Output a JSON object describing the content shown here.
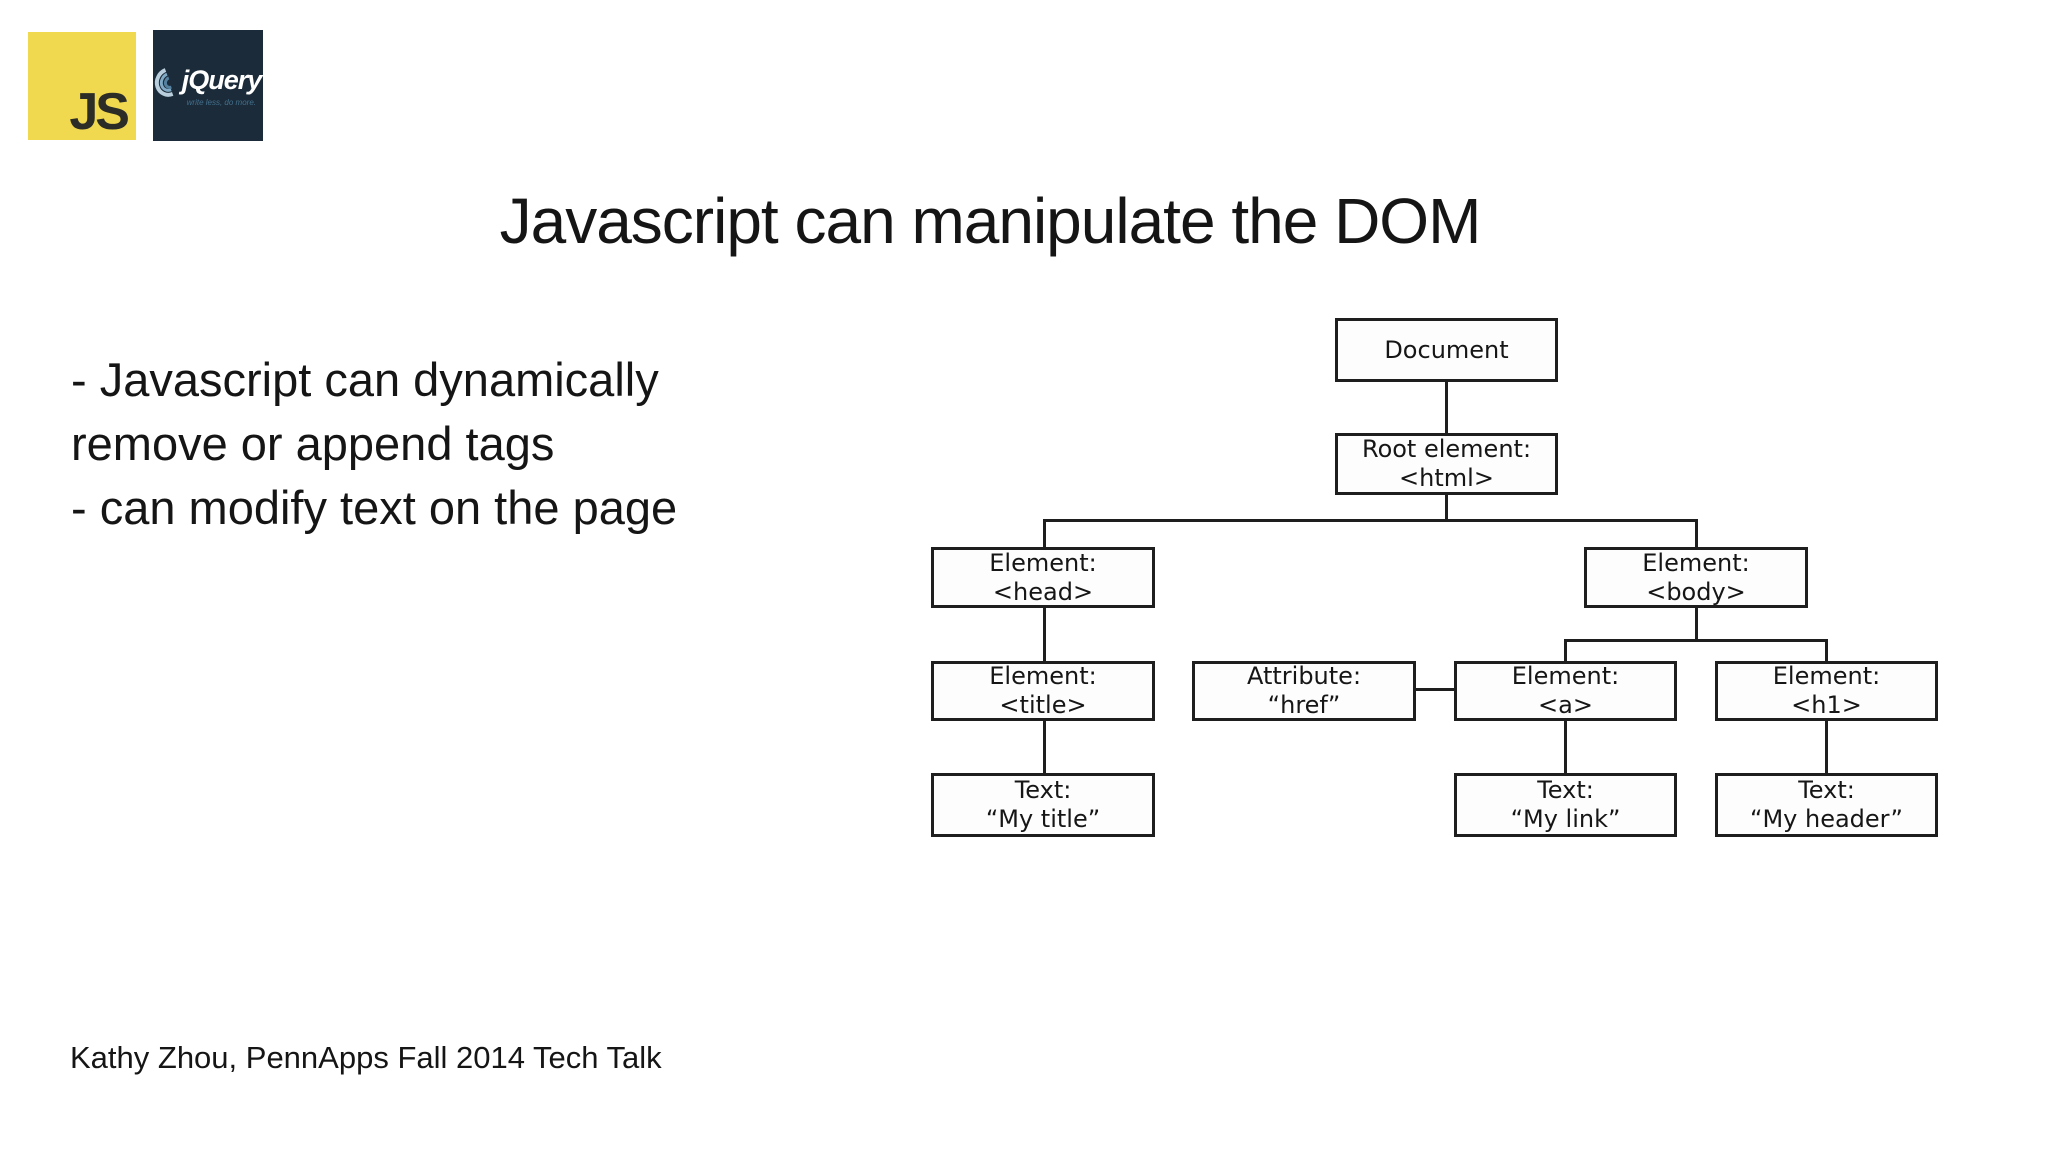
{
  "logos": {
    "js": {
      "label": "JS",
      "bg": "#f0d94e",
      "fg": "#2d2d28"
    },
    "jquery": {
      "label": "jQuery",
      "tagline": "write less, do more.",
      "bg": "#1b2b3a",
      "fg": "#ffffff",
      "accent": "#7fa9c4"
    }
  },
  "slide": {
    "title": "Javascript can manipulate the DOM",
    "bullets": [
      "- Javascript can dynamically",
      "remove or append tags",
      "- can modify text on the page"
    ],
    "footer": "Kathy Zhou, PennApps Fall 2014 Tech Talk"
  },
  "diagram": {
    "nodes": [
      {
        "id": "document",
        "line1": "Document",
        "line2": ""
      },
      {
        "id": "root-element",
        "line1": "Root element:",
        "line2": "<html>"
      },
      {
        "id": "element-head",
        "line1": "Element:",
        "line2": "<head>"
      },
      {
        "id": "element-body",
        "line1": "Element:",
        "line2": "<body>"
      },
      {
        "id": "element-title",
        "line1": "Element:",
        "line2": "<title>"
      },
      {
        "id": "attribute-href",
        "line1": "Attribute:",
        "line2": "“href”"
      },
      {
        "id": "element-a",
        "line1": "Element:",
        "line2": "<a>"
      },
      {
        "id": "element-h1",
        "line1": "Element:",
        "line2": "<h1>"
      },
      {
        "id": "text-my-title",
        "line1": "Text:",
        "line2": "“My title”"
      },
      {
        "id": "text-my-link",
        "line1": "Text:",
        "line2": "“My link”"
      },
      {
        "id": "text-my-header",
        "line1": "Text:",
        "line2": "“My header”"
      }
    ]
  }
}
